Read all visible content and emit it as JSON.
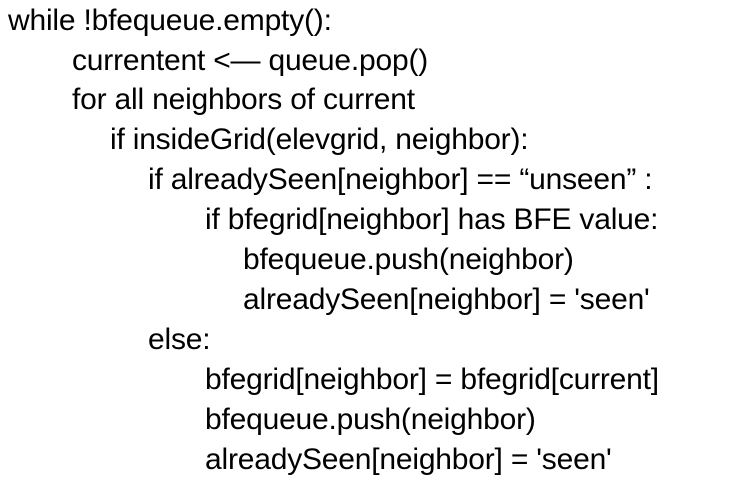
{
  "pseudocode": {
    "lines": [
      "while !bfequeue.empty():",
      "currentent <— queue.pop()",
      "for all neighbors of current",
      "if insideGrid(elevgrid, neighbor):",
      "if alreadySeen[neighbor] == “unseen” :",
      "if bfegrid[neighbor] has BFE value:",
      "bfequeue.push(neighbor)",
      "alreadySeen[neighbor] = 'seen'",
      "else:",
      "bfegrid[neighbor] = bfegrid[current]",
      "bfequeue.push(neighbor)",
      "alreadySeen[neighbor] = 'seen'"
    ]
  }
}
